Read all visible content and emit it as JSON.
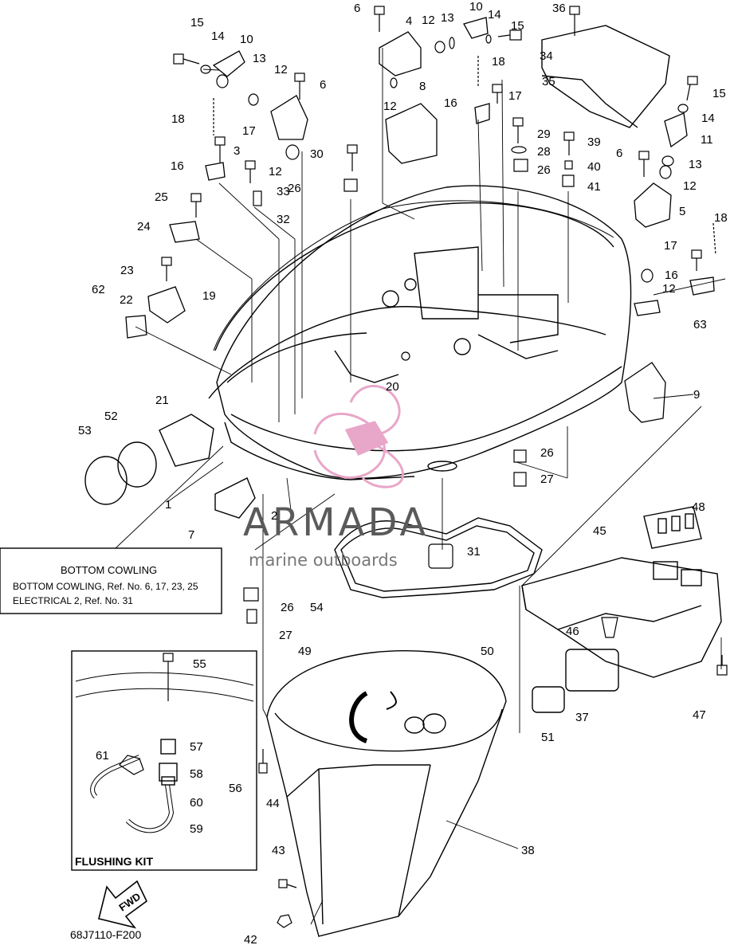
{
  "parts": [
    "1",
    "2",
    "3",
    "4",
    "5",
    "6",
    "7",
    "8",
    "9",
    "10",
    "11",
    "12",
    "13",
    "14",
    "15",
    "16",
    "17",
    "18",
    "19",
    "20",
    "21",
    "22",
    "23",
    "24",
    "25",
    "26",
    "27",
    "28",
    "29",
    "30",
    "31",
    "32",
    "33",
    "34",
    "35",
    "36",
    "37",
    "38",
    "39",
    "40",
    "41",
    "42",
    "43",
    "44",
    "45",
    "46",
    "47",
    "48",
    "49",
    "50",
    "51",
    "52",
    "53",
    "54",
    "55",
    "56",
    "57",
    "58",
    "59",
    "60",
    "61",
    "62",
    "63"
  ],
  "legend": {
    "title": "BOTTOM COWLING",
    "line1": "BOTTOM COWLING,  Ref. No. 6, 17, 23, 25",
    "line2": "ELECTRICAL 2,  Ref. No. 31"
  },
  "inset": {
    "title": "FLUSHING KIT"
  },
  "fwd_label": "FWD",
  "diagram_code": "68J7110-F200",
  "watermark": {
    "brand": "ARMADA",
    "tagline": "marine outboards"
  },
  "colors": {
    "line": "#000000",
    "watermark_accent": "#e8a7c8",
    "watermark_text": "#5a5a5a"
  }
}
